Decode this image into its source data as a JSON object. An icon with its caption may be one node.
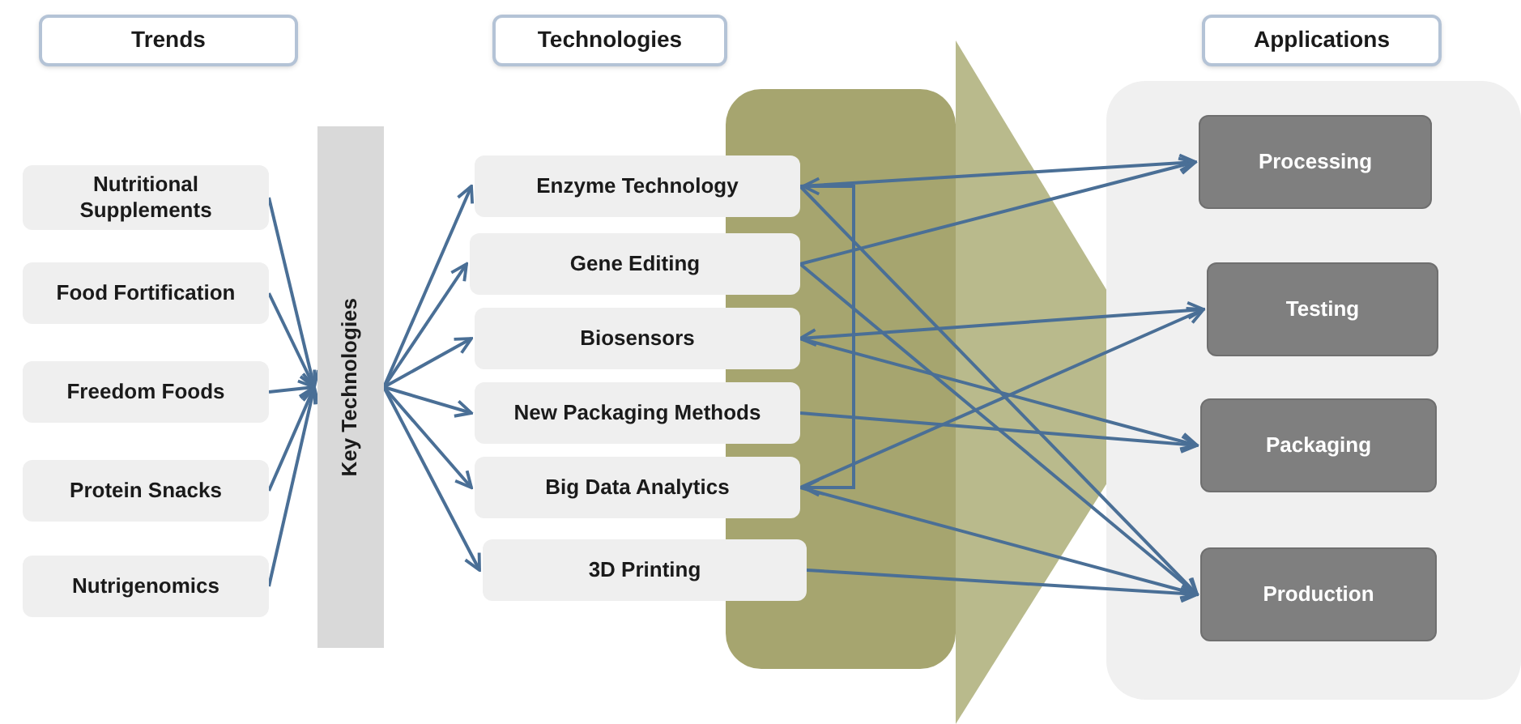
{
  "diagram": {
    "nodes": [
      {
        "text": [
          "Trends"
        ]
      },
      {
        "text": [
          "Technologies"
        ]
      },
      {
        "text": [
          "Applications"
        ]
      },
      {
        "text": [
          "Nutritional Supplements"
        ]
      },
      {
        "text": [
          "Food Fortification"
        ]
      },
      {
        "text": [
          "Freedom Foods"
        ]
      },
      {
        "text": [
          "Protein Snacks"
        ]
      },
      {
        "text": [
          "Nutrigenomics"
        ]
      },
      {
        "text": [
          "Key Technologies"
        ]
      },
      {
        "text": [
          "Enzyme Technology"
        ]
      },
      {
        "text": [
          "Gene Editing"
        ]
      },
      {
        "text": [
          "Biosensors"
        ]
      },
      {
        "text": [
          "New  Packaging Methods"
        ]
      },
      {
        "text": [
          "Big Data Analytics"
        ]
      },
      {
        "text": [
          "3D Printing"
        ]
      },
      {
        "text": [],
        "shape": "box"
      },
      {
        "text": [
          "Processing"
        ],
        "in": 15
      },
      {
        "text": [
          "Testing"
        ],
        "in": 15
      },
      {
        "text": [
          "Packaging"
        ],
        "in": 15
      },
      {
        "text": [
          "Production"
        ],
        "in": 15
      }
    ],
    "edges": [
      {
        "from": 3,
        "to": 8,
        "arrow": "to"
      },
      {
        "from": 4,
        "to": 8,
        "arrow": "to"
      },
      {
        "from": 5,
        "to": 8,
        "arrow": "to"
      },
      {
        "from": 6,
        "to": 8,
        "arrow": "to"
      },
      {
        "from": 7,
        "to": 8,
        "arrow": "to"
      },
      {
        "from": 8,
        "to": 9,
        "arrow": "to"
      },
      {
        "from": 8,
        "to": 10,
        "arrow": "to"
      },
      {
        "from": 8,
        "to": 11,
        "arrow": "to"
      },
      {
        "from": 8,
        "to": 12,
        "arrow": "to"
      },
      {
        "from": 8,
        "to": 13,
        "arrow": "to"
      },
      {
        "from": 8,
        "to": 14,
        "arrow": "to"
      },
      {
        "from": 9,
        "to": 16,
        "arrow": "to"
      },
      {
        "from": 9,
        "to": 19,
        "arrow": "to"
      },
      {
        "from": 9,
        "to": 13,
        "arrow": "both"
      },
      {
        "from": 10,
        "to": 16,
        "arrow": "to"
      },
      {
        "from": 10,
        "to": 19,
        "arrow": "to"
      },
      {
        "from": 11,
        "to": 17,
        "arrow": "both"
      },
      {
        "from": 11,
        "to": 18,
        "arrow": "to"
      },
      {
        "from": 12,
        "to": 18,
        "arrow": "to"
      },
      {
        "from": 13,
        "to": 17,
        "arrow": "to"
      },
      {
        "from": 13,
        "to": 19,
        "arrow": "to"
      },
      {
        "from": 14,
        "to": 19,
        "arrow": "to"
      }
    ]
  }
}
